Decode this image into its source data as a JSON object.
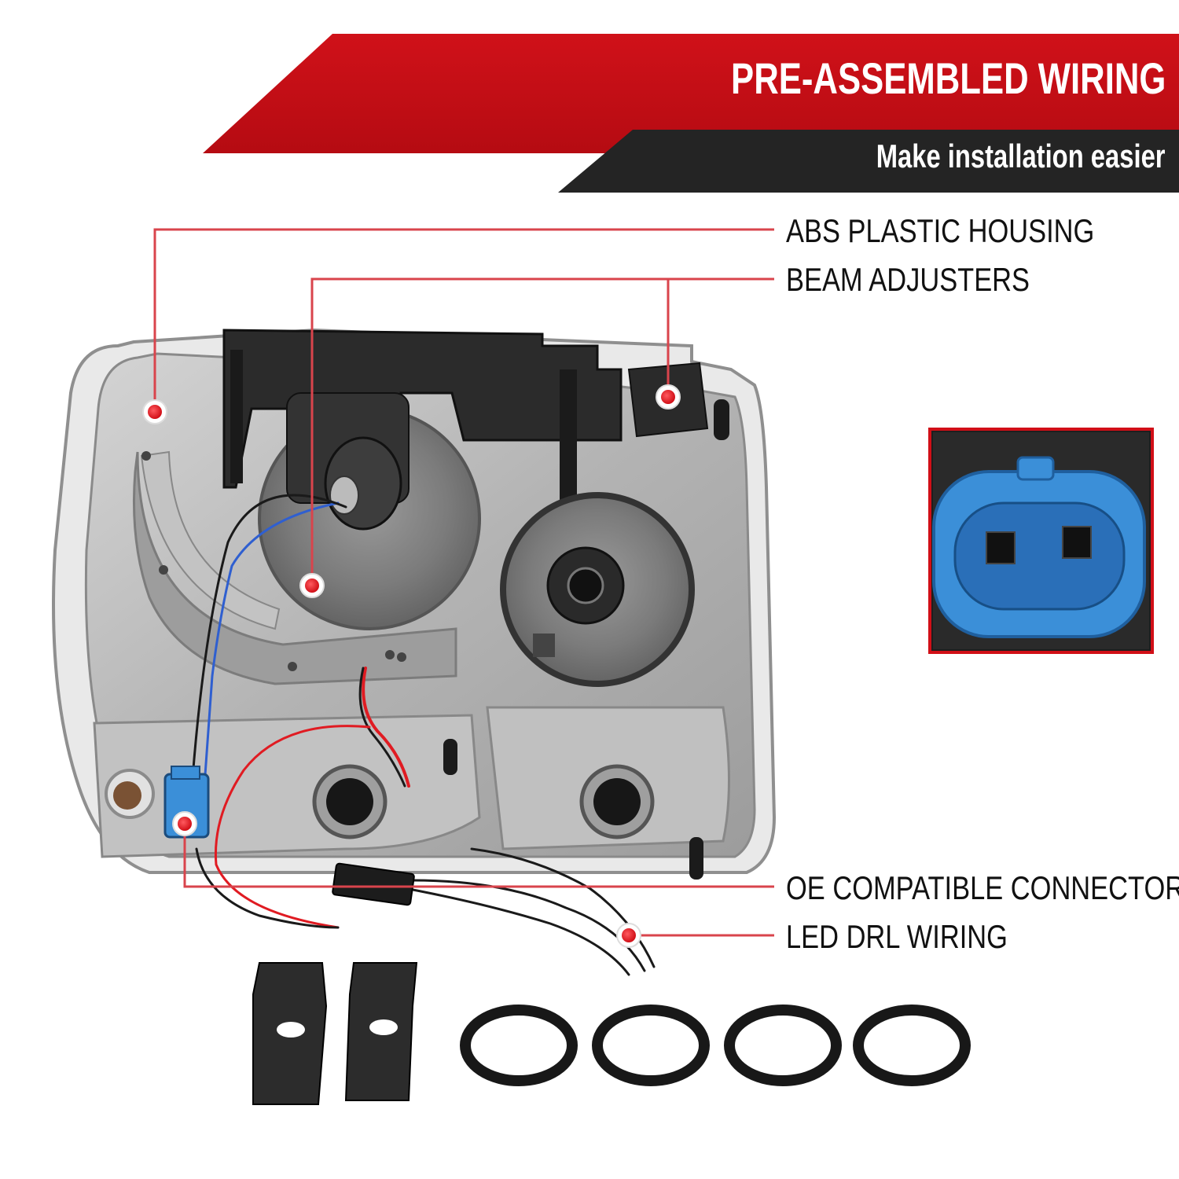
{
  "banner": {
    "title": "PRE-ASSEMBLED WIRING",
    "subtitle": "Make installation easier",
    "red": "#c40f16",
    "dark": "#242424"
  },
  "callouts": [
    {
      "label": "ABS PLASTIC HOUSING"
    },
    {
      "label": "BEAM ADJUSTERS"
    },
    {
      "label": "OE COMPATIBLE CONNECTOR"
    },
    {
      "label": "LED DRL WIRING"
    }
  ],
  "colors": {
    "callout_line": "#d9444c",
    "marker": "#e3141c",
    "connector_blue": "#3b8fd8",
    "housing": "#b7b7b7"
  },
  "icons": {
    "headlight": "headlight-assembly",
    "connector": "blue-connector-closeup",
    "brackets": "mounting-bracket",
    "rings": "rubber-o-ring"
  }
}
